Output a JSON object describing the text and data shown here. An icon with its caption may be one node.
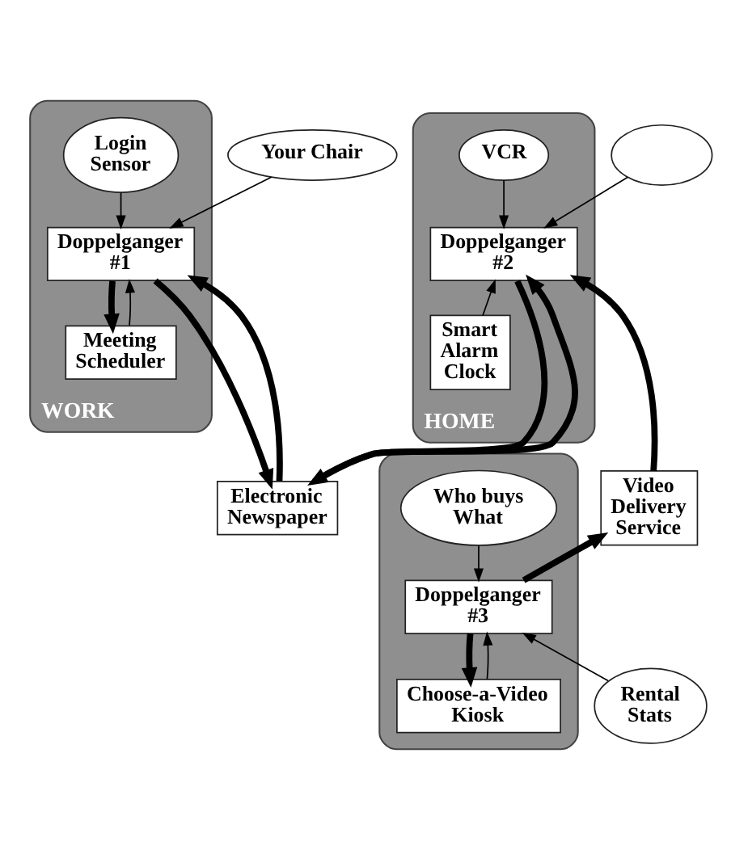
{
  "diagram": {
    "nodes": [
      {
        "text": [
          "WORK"
        ]
      },
      {
        "text": [
          "Login Sensor"
        ],
        "in": 0
      },
      {
        "text": [
          "Doppelganger #1"
        ],
        "in": 0
      },
      {
        "text": [
          "Meeting Scheduler"
        ],
        "in": 0
      },
      {
        "text": [
          "Your Chair"
        ]
      },
      {
        "text": [
          "HOME"
        ]
      },
      {
        "text": [
          "VCR"
        ],
        "in": 5
      },
      {
        "text": [
          "Doppelganger #2"
        ],
        "in": 5
      },
      {
        "text": [
          "Smart Alarm Clock"
        ],
        "in": 5
      },
      {
        "text": [],
        "shape": "ellipse"
      },
      {
        "text": [
          "Electronic Newspaper"
        ]
      },
      {
        "text": [
          "Video Delivery Service"
        ]
      },
      {
        "text": [],
        "shape": "cloud"
      },
      {
        "text": [
          "Who buys What"
        ],
        "in": 12
      },
      {
        "text": [
          "Doppelganger #3"
        ],
        "in": 12
      },
      {
        "text": [
          "Choose-a-Video Kiosk"
        ],
        "in": 12
      },
      {
        "text": [
          "Rental Stats"
        ]
      }
    ],
    "edges": [
      {
        "from": 1,
        "to": 2,
        "arrow": "to"
      },
      {
        "from": 4,
        "to": 2,
        "arrow": "to"
      },
      {
        "from": 2,
        "to": 3,
        "arrow": "to",
        "style": "thick"
      },
      {
        "from": 3,
        "to": 2,
        "arrow": "to"
      },
      {
        "from": 2,
        "to": 10,
        "arrow": "to",
        "style": "thick"
      },
      {
        "from": 10,
        "to": 2,
        "arrow": "to",
        "style": "thick"
      },
      {
        "from": 6,
        "to": 7,
        "arrow": "to"
      },
      {
        "from": 9,
        "to": 7,
        "arrow": "to"
      },
      {
        "from": 8,
        "to": 7,
        "arrow": "to"
      },
      {
        "from": 7,
        "to": 10,
        "arrow": "to",
        "style": "thick"
      },
      {
        "from": 10,
        "to": 7,
        "arrow": "to",
        "style": "thick"
      },
      {
        "from": 11,
        "to": 7,
        "arrow": "to",
        "style": "thick"
      },
      {
        "from": 13,
        "to": 14,
        "arrow": "to"
      },
      {
        "from": 14,
        "to": 11,
        "arrow": "to",
        "style": "thick"
      },
      {
        "from": 14,
        "to": 15,
        "arrow": "to",
        "style": "thick"
      },
      {
        "from": 15,
        "to": 14,
        "arrow": "to"
      },
      {
        "from": 16,
        "to": 14,
        "arrow": "to"
      }
    ]
  }
}
